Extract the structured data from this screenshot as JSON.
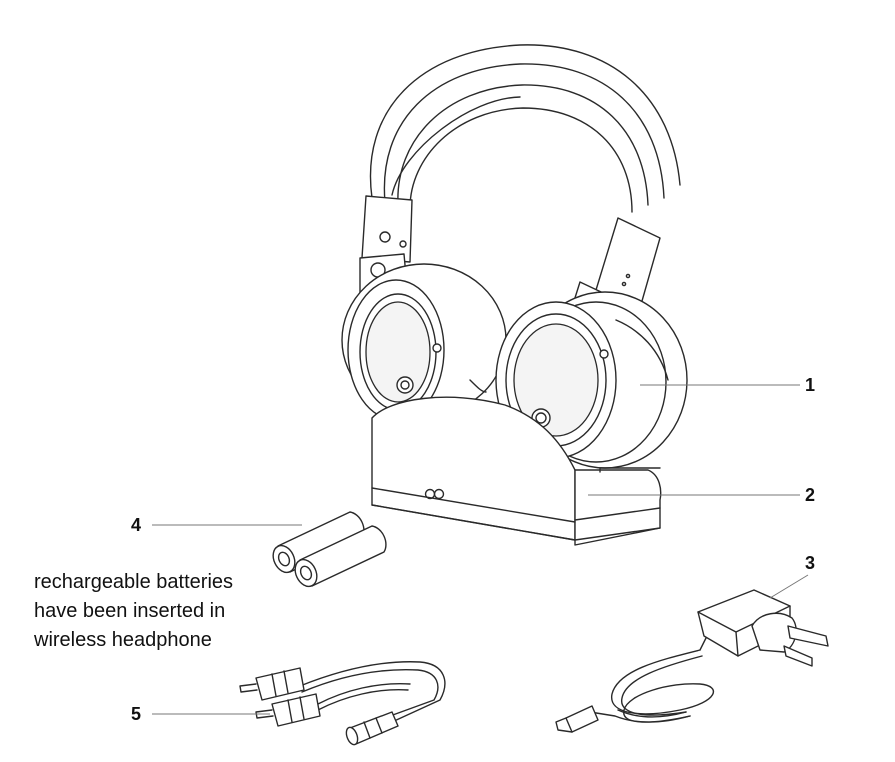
{
  "callouts": [
    {
      "id": "1",
      "label": "1",
      "part": "headphones"
    },
    {
      "id": "2",
      "label": "2",
      "part": "transmitter-base"
    },
    {
      "id": "3",
      "label": "3",
      "part": "power-adapter"
    },
    {
      "id": "4",
      "label": "4",
      "part": "batteries"
    },
    {
      "id": "5",
      "label": "5",
      "part": "audio-cable"
    }
  ],
  "note_lines": [
    "rechargeable batteries",
    "have been inserted in",
    "wireless headphone"
  ]
}
